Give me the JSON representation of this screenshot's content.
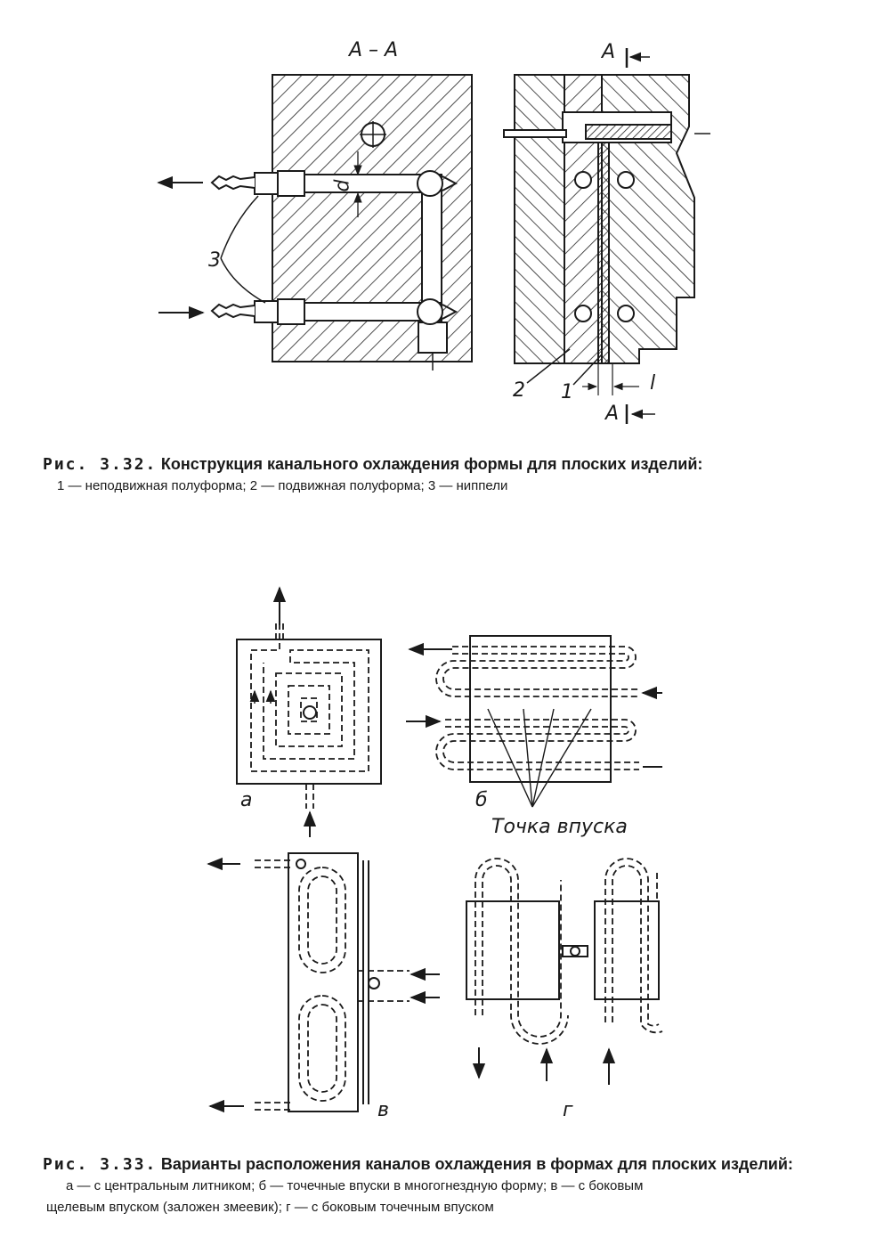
{
  "fig332": {
    "section_label": "А – А",
    "section_mark_top": "А",
    "section_mark_bottom": "А",
    "callouts": {
      "nipples": "3",
      "moving_half": "2",
      "fixed_half": "1",
      "dim_l": "l",
      "dim_d": "d"
    },
    "caption_lead": "Рис. 3.32.",
    "caption_title": "Конструкция канального охлаждения формы для плоских изделий:",
    "legend": "1 — неподвижная полуформа; 2 — подвижная полуформа; 3 — ниппели"
  },
  "fig333": {
    "label_a": "а",
    "label_b": "б",
    "label_v": "в",
    "label_g": "г",
    "gate_points": "Точка впуска",
    "caption_lead": "Рис. 3.33.",
    "caption_title": "Варианты расположения каналов охлаждения в формах для плоских изделий:",
    "legend_line1": "а — с центральным литником; б — точечные впуски в многогнездную форму; в — с боковым",
    "legend_line2": "щелевым впуском (заложен змеевик); г — с боковым точечным впуском"
  }
}
